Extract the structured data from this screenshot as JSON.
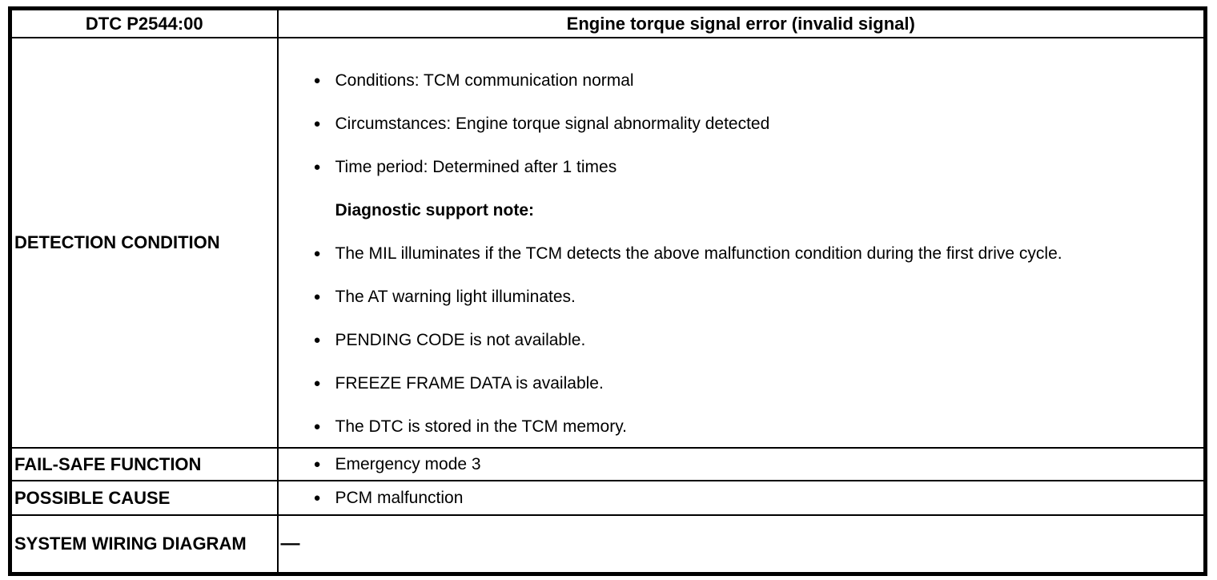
{
  "glyphs": {
    "bullet": "●"
  },
  "header": {
    "dtc_code": "DTC P2544:00",
    "title": "Engine torque signal error (invalid signal)"
  },
  "rows": {
    "detection_condition": {
      "label": "DETECTION CONDITION",
      "items": [
        {
          "type": "bullet",
          "text": "Conditions: TCM communication normal"
        },
        {
          "type": "bullet",
          "text": "Circumstances: Engine torque signal abnormality detected"
        },
        {
          "type": "bullet",
          "text": "Time period: Determined after 1 times"
        },
        {
          "type": "note",
          "text": "Diagnostic support note:"
        },
        {
          "type": "bullet",
          "text": "The MIL illuminates if the TCM detects the above malfunction condition during the first drive cycle."
        },
        {
          "type": "bullet",
          "text": "The AT warning light illuminates."
        },
        {
          "type": "bullet",
          "text": "PENDING CODE is not available."
        },
        {
          "type": "bullet",
          "text": "FREEZE FRAME DATA is available."
        },
        {
          "type": "bullet",
          "text": "The DTC is stored in the TCM memory."
        }
      ]
    },
    "fail_safe": {
      "label": "FAIL-SAFE FUNCTION",
      "items": [
        {
          "type": "bullet",
          "text": "Emergency mode 3"
        }
      ]
    },
    "possible_cause": {
      "label": "POSSIBLE CAUSE",
      "items": [
        {
          "type": "bullet",
          "text": "PCM malfunction"
        }
      ]
    },
    "system_wiring": {
      "label": "SYSTEM WIRING DIAGRAM",
      "value": "—"
    }
  }
}
